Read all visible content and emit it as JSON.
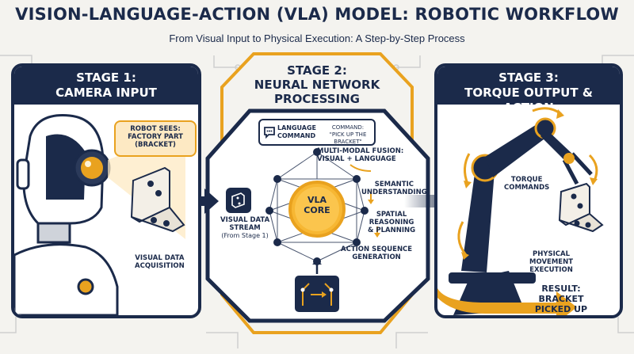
{
  "header": {
    "title": "VISION-LANGUAGE-ACTION (VLA) MODEL: ROBOTIC WORKFLOW",
    "subtitle": "From Visual Input to Physical Execution: A Step-by-Step Process"
  },
  "stage1": {
    "title_line1": "STAGE 1:",
    "title_line2": "CAMERA INPUT",
    "sees_line1": "ROBOT SEES:",
    "sees_line2": "FACTORY PART",
    "sees_line3": "(BRACKET)",
    "acq_line1": "VISUAL DATA",
    "acq_line2": "ACQUISITION"
  },
  "stage2": {
    "title_line1": "STAGE 2:",
    "title_line2": "NEURAL NETWORK",
    "title_line3": "PROCESSING",
    "language_line1": "LANGUAGE",
    "language_line2": "COMMAND",
    "command_line1": "COMMAND:",
    "command_line2": "\"PICK UP THE BRACKET\"",
    "fusion_line1": "MULTI-MODAL FUSION:",
    "fusion_line2": "VISUAL + LANGUAGE",
    "semantic_line1": "SEMANTIC",
    "semantic_line2": "UNDERSTANDING",
    "spatial_line1": "SPATIAL",
    "spatial_line2": "REASONING",
    "spatial_line3": "& PLANNING",
    "action_line1": "ACTION SEQUENCE",
    "action_line2": "GENERATION",
    "stream_line1": "VISUAL DATA",
    "stream_line2": "STREAM",
    "stream_line3": "(From Stage 1)",
    "core_line1": "VLA",
    "core_line2": "CORE"
  },
  "stage3": {
    "title_line1": "STAGE 3:",
    "title_line2": "TORQUE OUTPUT & ACTION",
    "torque_line1": "TORQUE",
    "torque_line2": "COMMANDS",
    "move_line1": "PHYSICAL",
    "move_line2": "MOVEMENT",
    "move_line3": "EXECUTION",
    "result_line1": "RESULT:",
    "result_line2": "BRACKET",
    "result_line3": "PICKED UP"
  },
  "colors": {
    "navy": "#1b2a4a",
    "orange": "#e9a21f",
    "light_orange": "#fde9c3",
    "background": "#f4f3ef"
  }
}
